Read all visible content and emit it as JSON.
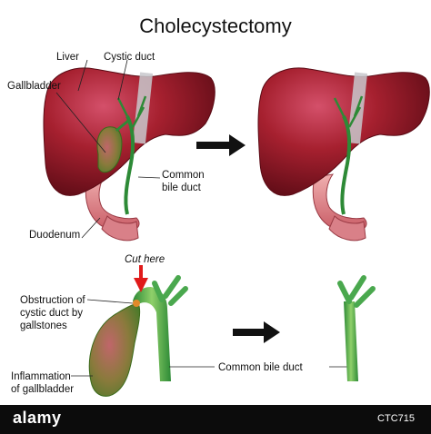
{
  "title": "Cholecystectomy",
  "labels": {
    "liver": "Liver",
    "cystic_duct": "Cystic duct",
    "gallbladder": "Gallbladder",
    "common_bile_duct_1": "Common",
    "common_bile_duct_2": "bile duct",
    "duodenum": "Duodenum",
    "cut_here": "Cut here",
    "obstruction_1": "Obstruction of",
    "obstruction_2": "cystic duct by",
    "obstruction_3": "gallstones",
    "inflammation_1": "Inflammation",
    "inflammation_2": "of gallbladder",
    "common_bile_duct_bottom": "Common bile duct"
  },
  "footer": {
    "brand": "alamy",
    "code": "CTC715"
  },
  "colors": {
    "liver": "#9e1b2a",
    "liver_highlight": "#d4506a",
    "duct": "#3ea046",
    "gallbladder": "#7a9a3a",
    "arrow": "#111111",
    "cut_arrow": "#e01a1a"
  }
}
